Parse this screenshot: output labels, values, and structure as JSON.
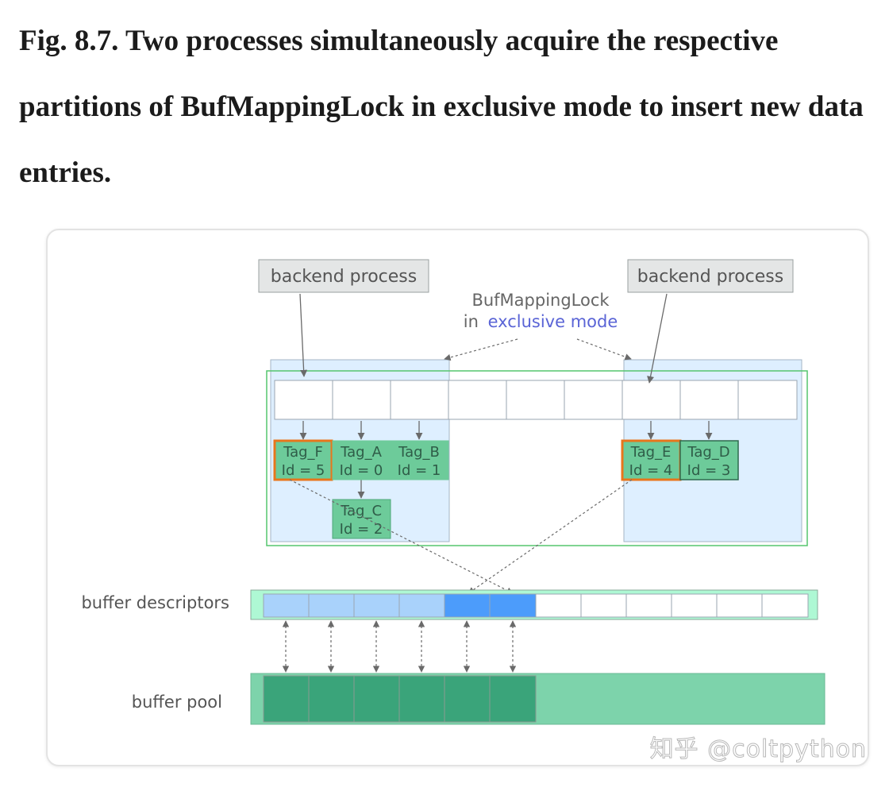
{
  "caption": "Fig. 8.7. Two processes simultaneously acquire the respective partitions of BufMappingLock in exclusive mode to insert new data entries.",
  "diagram": {
    "backend_left_label": "backend process",
    "backend_right_label": "backend process",
    "lock_label_line1": "BufMappingLock",
    "lock_label_in": "in",
    "lock_label_mode": "exclusive mode",
    "buffer_descriptors_label": "buffer descriptors",
    "buffer_pool_label": "buffer pool",
    "entries": [
      {
        "tag": "Tag_F",
        "id": "Id = 5"
      },
      {
        "tag": "Tag_A",
        "id": "Id = 0"
      },
      {
        "tag": "Tag_B",
        "id": "Id = 1"
      },
      {
        "tag": "Tag_C",
        "id": "Id = 2"
      },
      {
        "tag": "Tag_E",
        "id": "Id = 4"
      },
      {
        "tag": "Tag_D",
        "id": "Id = 3"
      }
    ],
    "colors": {
      "partition_fill": "#deefff",
      "hash_border": "#55c56e",
      "entry_fill": "#6dcb9a",
      "highlight_border": "#e8761c",
      "descriptor_light": "#a9d2fb",
      "descriptor_dark": "#4c9cfb",
      "descriptor_strip": "#aef8d4",
      "pool_dark": "#3aa47a",
      "pool_light": "#7dd3ab",
      "accent_text": "#5a64d6"
    }
  },
  "watermark": "知乎 @coltpython"
}
